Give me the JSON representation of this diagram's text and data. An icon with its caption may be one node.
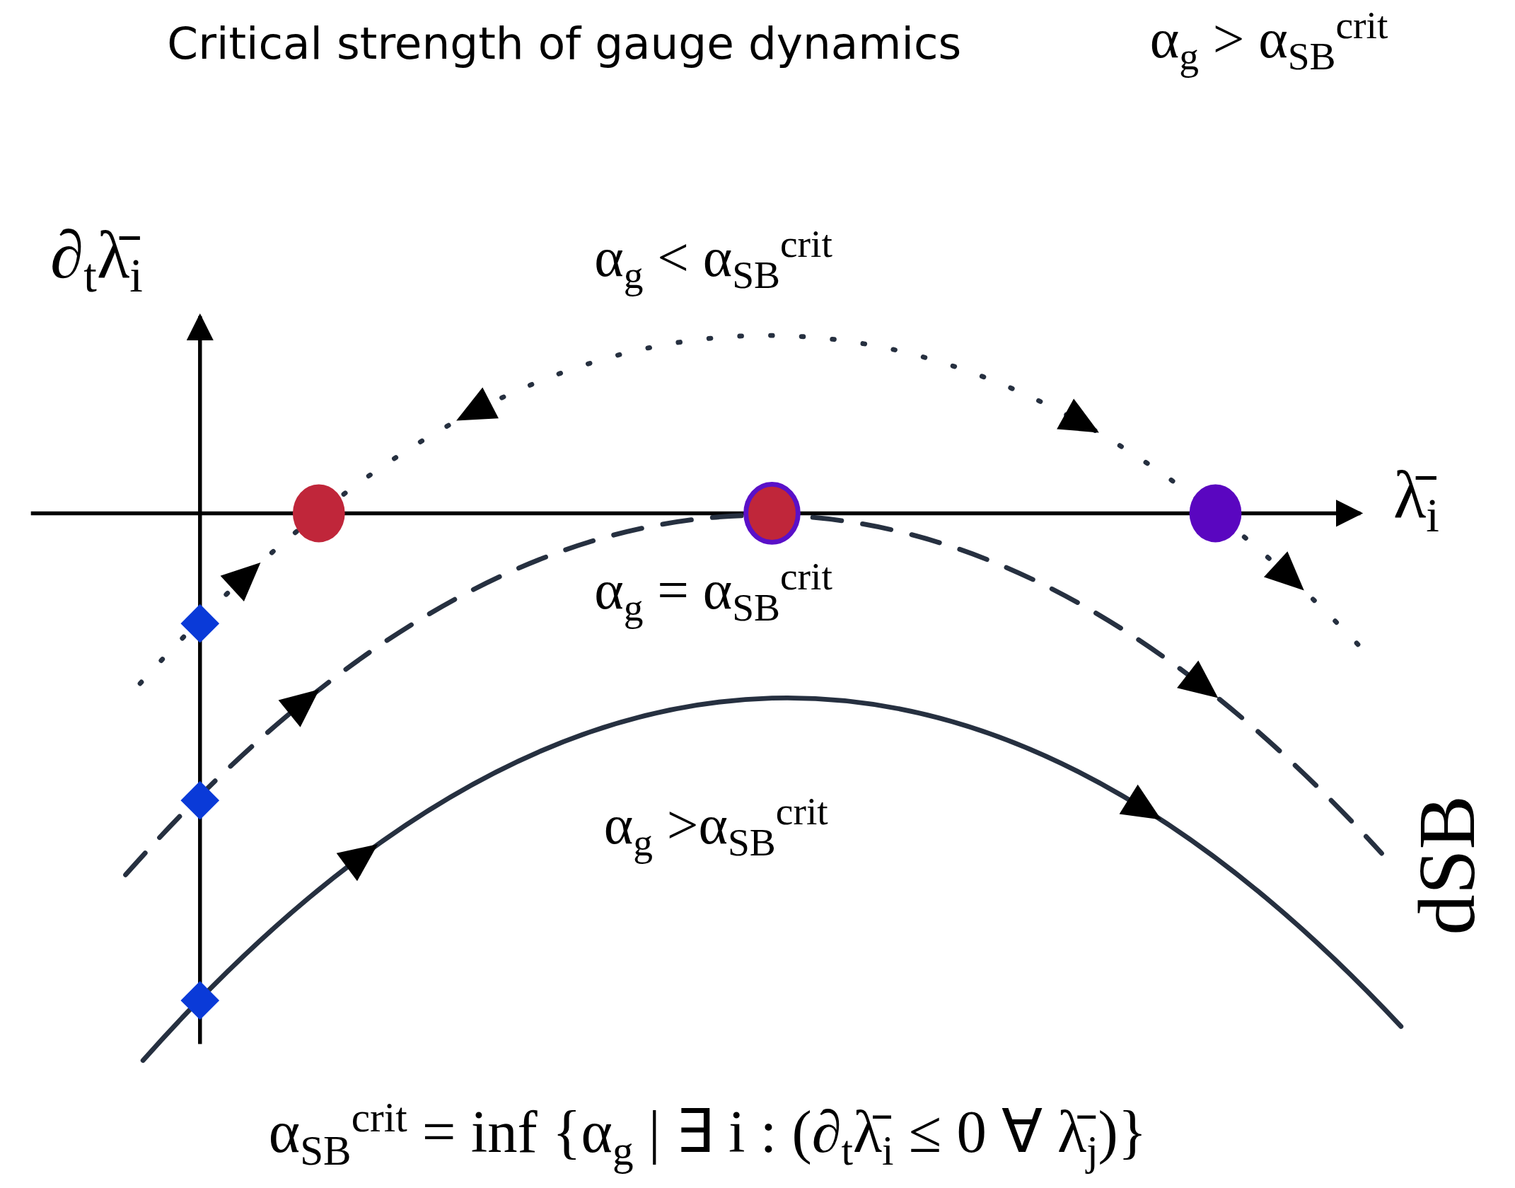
{
  "diagram": {
    "title": "Critical strength of gauge dynamics",
    "labels": [
      "α$_{g}$ > α$_{SB}$$^{crit}$",
      "∂$_{t}$λ̄$_{i}$",
      "α$_{g}$ < α$_{SB}$$^{crit}$",
      "λ̄$_{i}$",
      "α$_{g}$ = α$_{SB}$$^{crit}$",
      "α$_{g}$ >α$_{SB}$$^{crit}$",
      "dSB",
      "α$_{SB}$$^{crit}$ = inf {α$_{g}$ | ∃ i :  (∂$_{t}$λ̄$_{i}$ ≤ 0   ∀ λ̄$_{j}$)}"
    ]
  }
}
